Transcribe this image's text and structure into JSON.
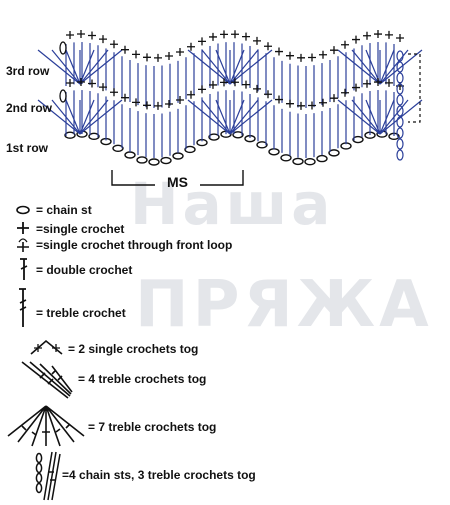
{
  "watermark": {
    "line1": "Наша",
    "line2": "ПРЯЖА"
  },
  "diagram": {
    "rows": [
      "3rd row",
      "2nd row",
      "1st row"
    ],
    "repeat_label": "MS"
  },
  "legend": [
    {
      "symbol": "oval-chain-icon",
      "label": "= chain st"
    },
    {
      "symbol": "plus-icon",
      "label": "=single crochet"
    },
    {
      "symbol": "plus-loop-icon",
      "label": "=single crochet through front loop"
    },
    {
      "symbol": "double-crochet-icon",
      "label": "= double crochet"
    },
    {
      "symbol": "treble-crochet-icon",
      "label": "= treble crochet"
    },
    {
      "symbol": "two-sc-tog-icon",
      "label": "= 2 single crochets tog"
    },
    {
      "symbol": "four-tr-tog-icon",
      "label": "= 4 treble crochets tog"
    },
    {
      "symbol": "seven-tr-tog-icon",
      "label": "= 7 treble crochets tog"
    },
    {
      "symbol": "chain-tr-tog-icon",
      "label": "=4 chain sts, 3 treble crochets tog"
    }
  ],
  "colors": {
    "stitch_blue": "#2b3f9a",
    "ink": "#111111"
  }
}
